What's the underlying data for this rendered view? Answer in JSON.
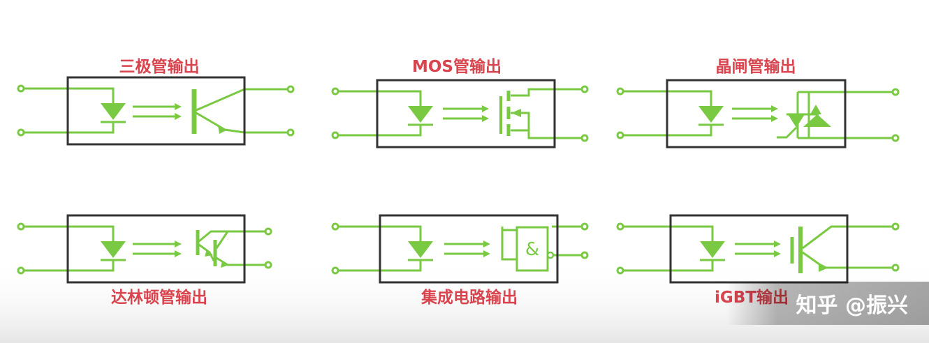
{
  "colors": {
    "title": "#d9444e",
    "symbol": "#7ac943",
    "box": "#333333"
  },
  "diagrams": [
    {
      "title": "三极管输出",
      "output_icon": "npn-transistor-icon"
    },
    {
      "title": "MOS管输出",
      "output_icon": "mosfet-icon"
    },
    {
      "title": "晶闸管输出",
      "output_icon": "triac-icon"
    },
    {
      "title": "达林顿管输出",
      "output_icon": "darlington-transistor-icon"
    },
    {
      "title": "集成电路输出",
      "output_icon": "and-gate-icon"
    },
    {
      "title": "iGBT输出",
      "output_icon": "igbt-icon"
    }
  ],
  "gate_symbol": "&",
  "watermark": "知乎 @振兴"
}
